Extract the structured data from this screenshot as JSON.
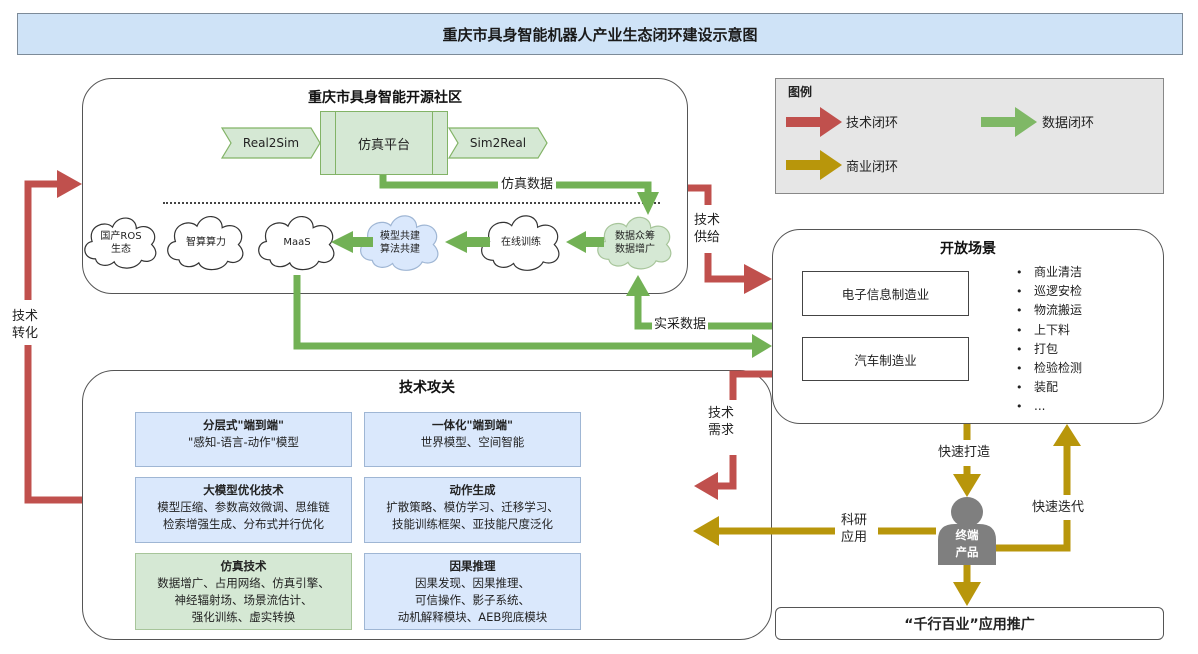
{
  "title": "重庆市具身智能机器人产业生态闭环建设示意图",
  "colors": {
    "tech_loop": "#c0504d",
    "data_loop": "#72b155",
    "business_loop": "#b8960b",
    "title_bg": "#cfe3f7",
    "card_blue": "#dae8fc",
    "card_green": "#d5e8d4",
    "cloud_blue": "#dae8fc",
    "cloud_green": "#d5e8d4",
    "product_gray": "#7f7f7f"
  },
  "legend": {
    "title": "图例",
    "items": [
      {
        "label": "技术闭环",
        "color_key": "tech_loop",
        "icon": "red-arrow"
      },
      {
        "label": "数据闭环",
        "color_key": "data_loop",
        "icon": "green-arrow"
      },
      {
        "label": "商业闭环",
        "color_key": "business_loop",
        "icon": "gold-arrow"
      }
    ]
  },
  "community": {
    "title": "重庆市具身智能开源社区",
    "real2sim": "Real2Sim",
    "sim_platform": "仿真平台",
    "sim2real": "Sim2Real",
    "clouds": [
      {
        "label": "国产ROS\n生态",
        "style": "white"
      },
      {
        "label": "智算算力",
        "style": "white"
      },
      {
        "label": "MaaS",
        "style": "white"
      },
      {
        "label": "模型共建\n算法共建",
        "style": "blue"
      },
      {
        "label": "在线训练",
        "style": "white"
      },
      {
        "label": "数据众筹\n数据增广",
        "style": "green"
      }
    ]
  },
  "scene": {
    "title": "开放场景",
    "boxes": [
      "电子信息制造业",
      "汽车制造业"
    ],
    "list": [
      "商业清洁",
      "巡逻安检",
      "物流搬运",
      "上下料",
      "打包",
      "检验检测",
      "装配",
      "..."
    ]
  },
  "tech": {
    "title": "技术攻关",
    "cards": [
      {
        "title": "分层式\"端到端\"",
        "lines": [
          "\"感知-语言-动作\"模型"
        ],
        "style": "blue"
      },
      {
        "title": "一体化\"端到端\"",
        "lines": [
          "世界模型、空间智能"
        ],
        "style": "blue"
      },
      {
        "title": "大模型优化技术",
        "lines": [
          "模型压缩、参数高效微调、思维链",
          "检索增强生成、分布式并行优化"
        ],
        "style": "blue"
      },
      {
        "title": "动作生成",
        "lines": [
          "扩散策略、模仿学习、迁移学习、",
          "技能训练框架、亚技能尺度泛化"
        ],
        "style": "blue"
      },
      {
        "title": "仿真技术",
        "lines": [
          "数据增广、占用网络、仿真引擎、",
          "神经辐射场、场景流估计、",
          "强化训练、虚实转换"
        ],
        "style": "green"
      },
      {
        "title": "因果推理",
        "lines": [
          "因果发现、因果推理、",
          "可信操作、影子系统、",
          "动机解释模块、AEB兜底模块"
        ],
        "style": "blue"
      }
    ]
  },
  "arrows": {
    "sim_data": "仿真数据",
    "real_data": "实采数据",
    "tech_supply": "技术\n供给",
    "tech_demand": "技术\n需求",
    "tech_transfer": "技术\n转化",
    "fast_build": "快速打造",
    "fast_iterate": "快速迭代",
    "research_app": "科研\n应用"
  },
  "product": {
    "label": "终端\n产品"
  },
  "promotion": "“千行百业”应用推广"
}
